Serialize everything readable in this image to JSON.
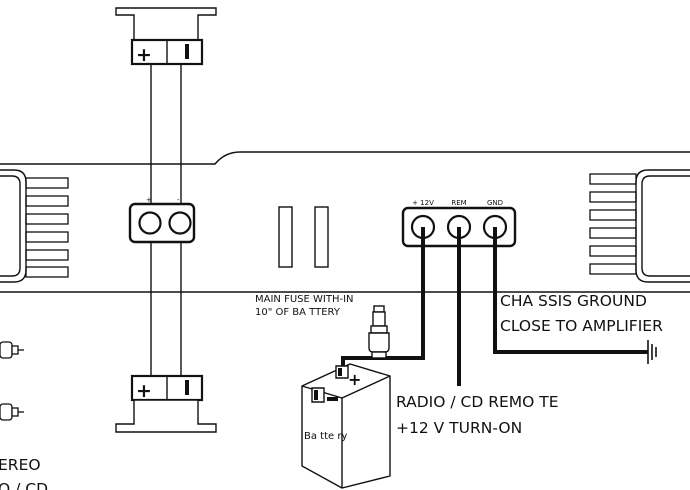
{
  "amplifier": {
    "terminals": {
      "power": "+ 12V",
      "remote": "REM",
      "ground": "GND"
    },
    "speaker_plus": "+",
    "speaker_minus": "-"
  },
  "speakers": {
    "top_plus": "+",
    "bottom_plus": "+"
  },
  "fuse_note": {
    "line1": "MAIN FUSE WITH-IN",
    "line2": "10\" OF BA TTERY"
  },
  "ground_note": {
    "line1": "CHA SSIS GROUND",
    "line2": "CLOSE TO AMPLIFIER"
  },
  "remote_note": {
    "line1": "RADIO / CD REMO  TE",
    "line2": "+12 V TURN-ON"
  },
  "battery": {
    "label": "Ba tte ry",
    "plus": "+",
    "minus": "-"
  },
  "source_note": {
    "line1": "EREO",
    "line2": "O / CD"
  }
}
